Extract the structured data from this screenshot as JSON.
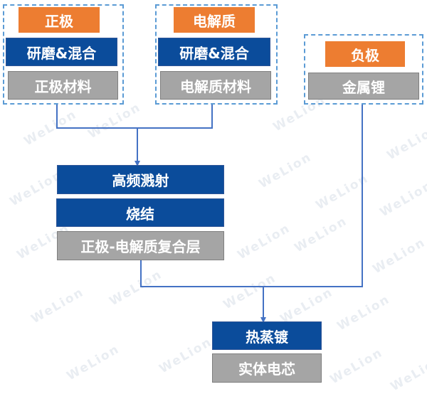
{
  "watermark": "WeLion",
  "groups": {
    "cathode": {
      "title": "正极",
      "process": "研磨&混合",
      "material": "正极材料"
    },
    "electrolyte": {
      "title": "电解质",
      "process": "研磨&混合",
      "material": "电解质材料"
    },
    "anode": {
      "title": "负极",
      "material": "金属锂"
    }
  },
  "middle": {
    "step1": "高频溅射",
    "step2": "烧结",
    "result": "正极-电解质复合层"
  },
  "final": {
    "step": "热蒸镀",
    "result": "实体电芯"
  },
  "colors": {
    "orange": "#ED7D31",
    "blue": "#0B4C9B",
    "gray": "#A5A5A5",
    "line": "#4472C4",
    "dash": "#5B9BD5"
  }
}
